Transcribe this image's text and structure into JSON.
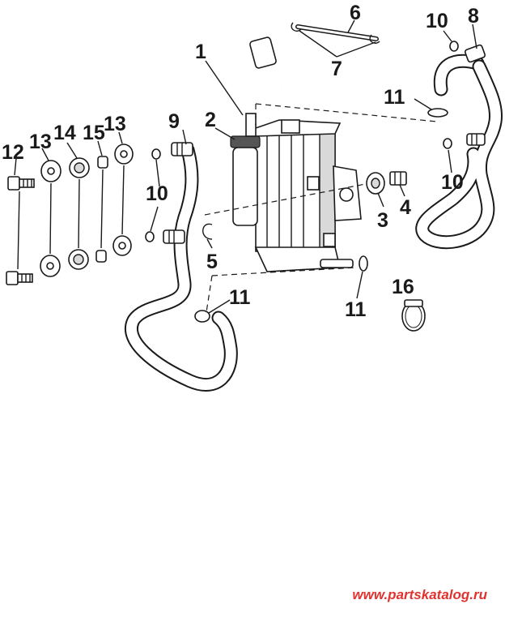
{
  "callouts": {
    "c1": "1",
    "c2": "2",
    "c3": "3",
    "c4": "4",
    "c5": "5",
    "c6": "6",
    "c7": "7",
    "c8": "8",
    "c9": "9",
    "c10a": "10",
    "c10b": "10",
    "c10c": "10",
    "c11a": "11",
    "c11b": "11",
    "c11c": "11",
    "c12": "12",
    "c13a": "13",
    "c13b": "13",
    "c14": "14",
    "c15": "15",
    "c16": "16"
  },
  "watermark": "www.partskatalog.ru",
  "colors": {
    "ink": "#1a1a1a",
    "watermark": "#e0322e",
    "background": "#ffffff"
  }
}
